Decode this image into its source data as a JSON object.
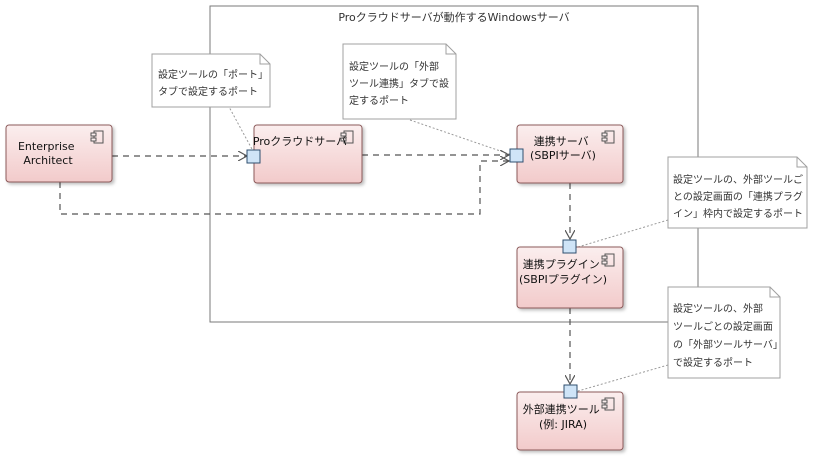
{
  "boundary": {
    "title": "Proクラウドサーバが動作するWindowsサーバ"
  },
  "components": {
    "ea": {
      "lines": [
        "Enterprise",
        "Architect"
      ]
    },
    "pro": {
      "lines": [
        "Proクラウドサーバ"
      ]
    },
    "sbpi_server": {
      "lines": [
        "連携サーバ",
        "(SBPIサーバ)"
      ]
    },
    "sbpi_plugin": {
      "lines": [
        "連携プラグイン",
        "(SBPIプラグイン)"
      ]
    },
    "external": {
      "lines": [
        "外部連携ツール",
        "(例: JIRA)"
      ]
    }
  },
  "notes": {
    "note1": {
      "lines": [
        "設定ツールの「ポート」",
        "タブで設定するポート"
      ]
    },
    "note2": {
      "lines": [
        "設定ツールの「外部",
        "ツール連携」タブで設",
        "定するポート"
      ]
    },
    "note3": {
      "lines": [
        "設定ツールの、外部ツールご",
        "との設定画面の「連携プラグ",
        "イン」枠内で設定するポート"
      ]
    },
    "note4": {
      "lines": [
        "設定ツールの、外部",
        "ツールごとの設定画面",
        "の「外部ツールサーバ」",
        "で設定するポート"
      ]
    }
  },
  "colors": {
    "component_fill_top": "#fbeeee",
    "component_fill_bottom": "#f2caca",
    "component_border": "#8c5a5a",
    "port_fill": "#cfe4f7",
    "port_border": "#2f4f6f",
    "boundary_border": "#7a7a7a",
    "note_border": "#a0a0a0",
    "connector": "#555555",
    "note_link": "#9a9a9a"
  }
}
